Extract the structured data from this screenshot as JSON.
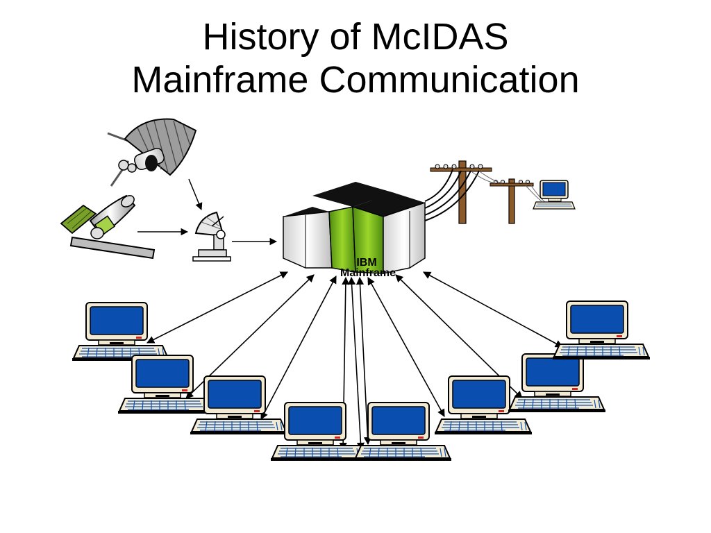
{
  "slide": {
    "title_line1": "History of McIDAS",
    "title_line2": "Mainframe Communication"
  },
  "mainframe": {
    "label_line1": "IBM",
    "label_line2": "Mainframe"
  },
  "colors": {
    "screen": "#0a4fb0",
    "monitor_body": "#f3ead3",
    "mainframe_green": "#7fc11a",
    "pole": "#8b5a2b"
  },
  "icons": [
    "satellite-icon",
    "satellite-dish-icon",
    "mainframe-icon",
    "telephone-pole-icon",
    "computer-terminal-icon"
  ]
}
